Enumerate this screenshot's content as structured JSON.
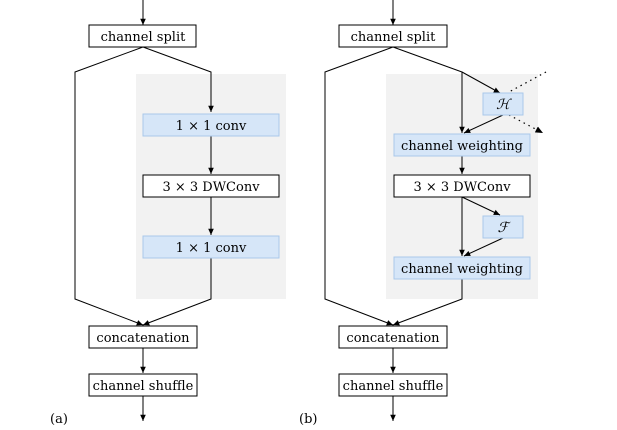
{
  "subfigures": {
    "a": {
      "caption": "(a)",
      "nodes": {
        "split": "channel split",
        "conv1": "1 × 1 conv",
        "dwconv": "3 × 3 DWConv",
        "conv2": "1 × 1 conv",
        "concat": "concatenation",
        "shuffle": "channel shuffle"
      }
    },
    "b": {
      "caption": "(b)",
      "nodes": {
        "split": "channel split",
        "h": "ℋ",
        "weight1": "channel weighting",
        "dwconv": "3 × 3 DWConv",
        "f": "ℱ",
        "weight2": "channel weighting",
        "concat": "concatenation",
        "shuffle": "channel shuffle"
      }
    }
  }
}
